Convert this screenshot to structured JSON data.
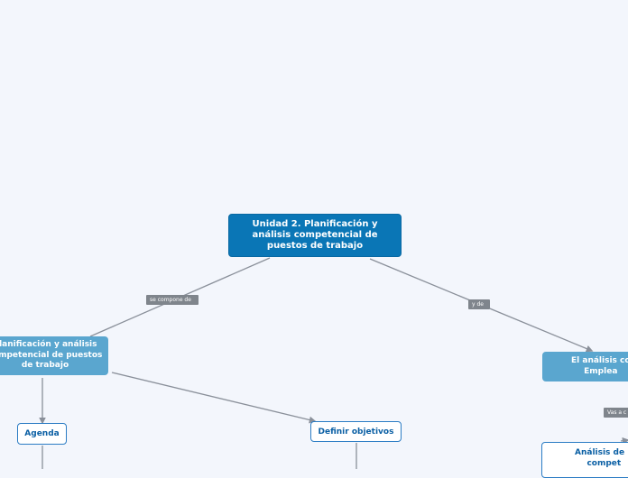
{
  "nodes": {
    "root": "Unidad 2. Planificación y análisis competencial de puestos de trabajo",
    "planificacion": "Planificación y análisis\ncompetencial de puestos\nde trabajo",
    "analisis": "El análisis co\nEmplea",
    "agenda": "Agenda",
    "definir": "Definir objetivos",
    "puestos": "Análisis de p\ncompet"
  },
  "links": {
    "se_compone_de": "se compone de",
    "y_de": "y de",
    "vas_a": "Vas a c"
  },
  "colors": {
    "background": "#f3f6fc",
    "root": "#0a76b6",
    "main_topic": "#5aa6cf",
    "subtopic_border": "#2b7cc4",
    "subtopic_text": "#0a5fa4",
    "connector": "#8a909a",
    "label": "#7f858c"
  }
}
